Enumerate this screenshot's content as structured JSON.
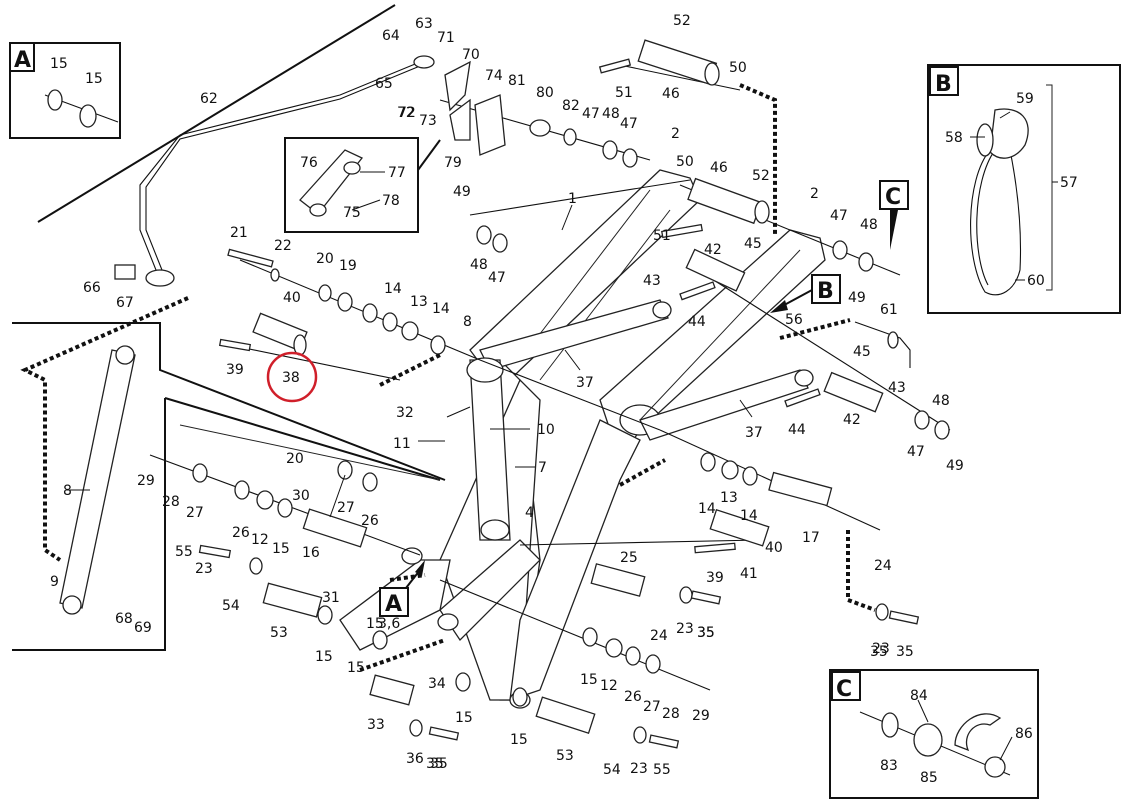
{
  "highlight": {
    "part": "38",
    "color": "#d01f2a"
  },
  "detail_boxes": {
    "A": {
      "title": "A",
      "labels": [
        "15",
        "15"
      ]
    },
    "B": {
      "title": "B",
      "labels": [
        "59",
        "58",
        "57",
        "60"
      ]
    },
    "C": {
      "title": "C",
      "labels": [
        "84",
        "86",
        "83",
        "85"
      ]
    }
  },
  "inset_labels": [
    "76",
    "77",
    "78",
    "75"
  ],
  "part_numbers": [
    "1",
    "2",
    "4",
    "7",
    "8",
    "9",
    "10",
    "11",
    "12",
    "13",
    "14",
    "15",
    "16",
    "17",
    "19",
    "20",
    "21",
    "22",
    "23",
    "24",
    "25",
    "26",
    "27",
    "28",
    "29",
    "30",
    "31",
    "32",
    "33",
    "34",
    "35",
    "36",
    "37",
    "38",
    "39",
    "40",
    "41",
    "42",
    "43",
    "44",
    "45",
    "46",
    "47",
    "48",
    "49",
    "50",
    "51",
    "52",
    "53",
    "54",
    "55",
    "56",
    "61",
    "62",
    "63",
    "64",
    "65",
    "66",
    "67",
    "68",
    "69",
    "70",
    "71",
    "72",
    "73",
    "74",
    "79",
    "80",
    "81",
    "82"
  ],
  "callouts": [
    "A",
    "B",
    "C"
  ]
}
